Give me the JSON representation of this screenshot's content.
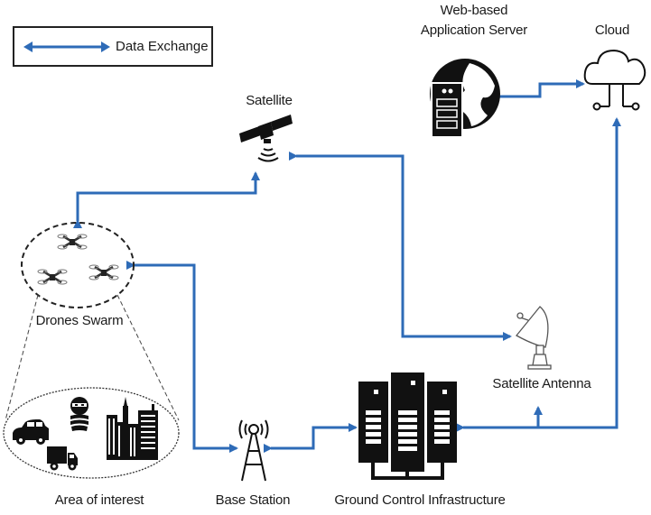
{
  "legend": {
    "label": "Data Exchange",
    "arrow": "double-headed-arrow",
    "color": "#2e6bb7"
  },
  "nodes": {
    "web_server": {
      "label_line1": "Web-based",
      "label_line2": "Application Server",
      "icon": "globe-server-icon"
    },
    "cloud": {
      "label": "Cloud",
      "icon": "cloud-network-icon"
    },
    "satellite": {
      "label": "Satellite",
      "icon": "satellite-icon"
    },
    "drones_swarm": {
      "label": "Drones Swarm",
      "icon": "drone-icon",
      "count": 3
    },
    "area_of_interest": {
      "label": "Area of interest",
      "icons": [
        "car-icon",
        "truck-icon",
        "masked-person-icon",
        "city-buildings-icon"
      ]
    },
    "base_station": {
      "label": "Base Station",
      "icon": "radio-tower-icon"
    },
    "ground_control": {
      "label": "Ground Control Infrastructure",
      "icon": "server-racks-icon"
    },
    "satellite_antenna": {
      "label": "Satellite Antenna",
      "icon": "satellite-dish-icon"
    }
  },
  "connections": [
    {
      "from": "Satellite",
      "to": "Drones Swarm",
      "type": "Data Exchange"
    },
    {
      "from": "Satellite",
      "to": "Satellite Antenna",
      "type": "Data Exchange"
    },
    {
      "from": "Base Station",
      "to": "Drones Swarm",
      "type": "Data Exchange"
    },
    {
      "from": "Base Station",
      "to": "Ground Control Infrastructure",
      "type": "Data Exchange"
    },
    {
      "from": "Ground Control Infrastructure",
      "to": "Satellite Antenna",
      "type": "Data Exchange"
    },
    {
      "from": "Ground Control Infrastructure",
      "to": "Cloud",
      "type": "Data Exchange"
    },
    {
      "from": "Cloud",
      "to": "Web-based Application Server",
      "type": "Data Exchange"
    }
  ],
  "colors": {
    "arrow": "#2e6bb7",
    "icon": "#000000",
    "text": "#1a1a1a"
  }
}
